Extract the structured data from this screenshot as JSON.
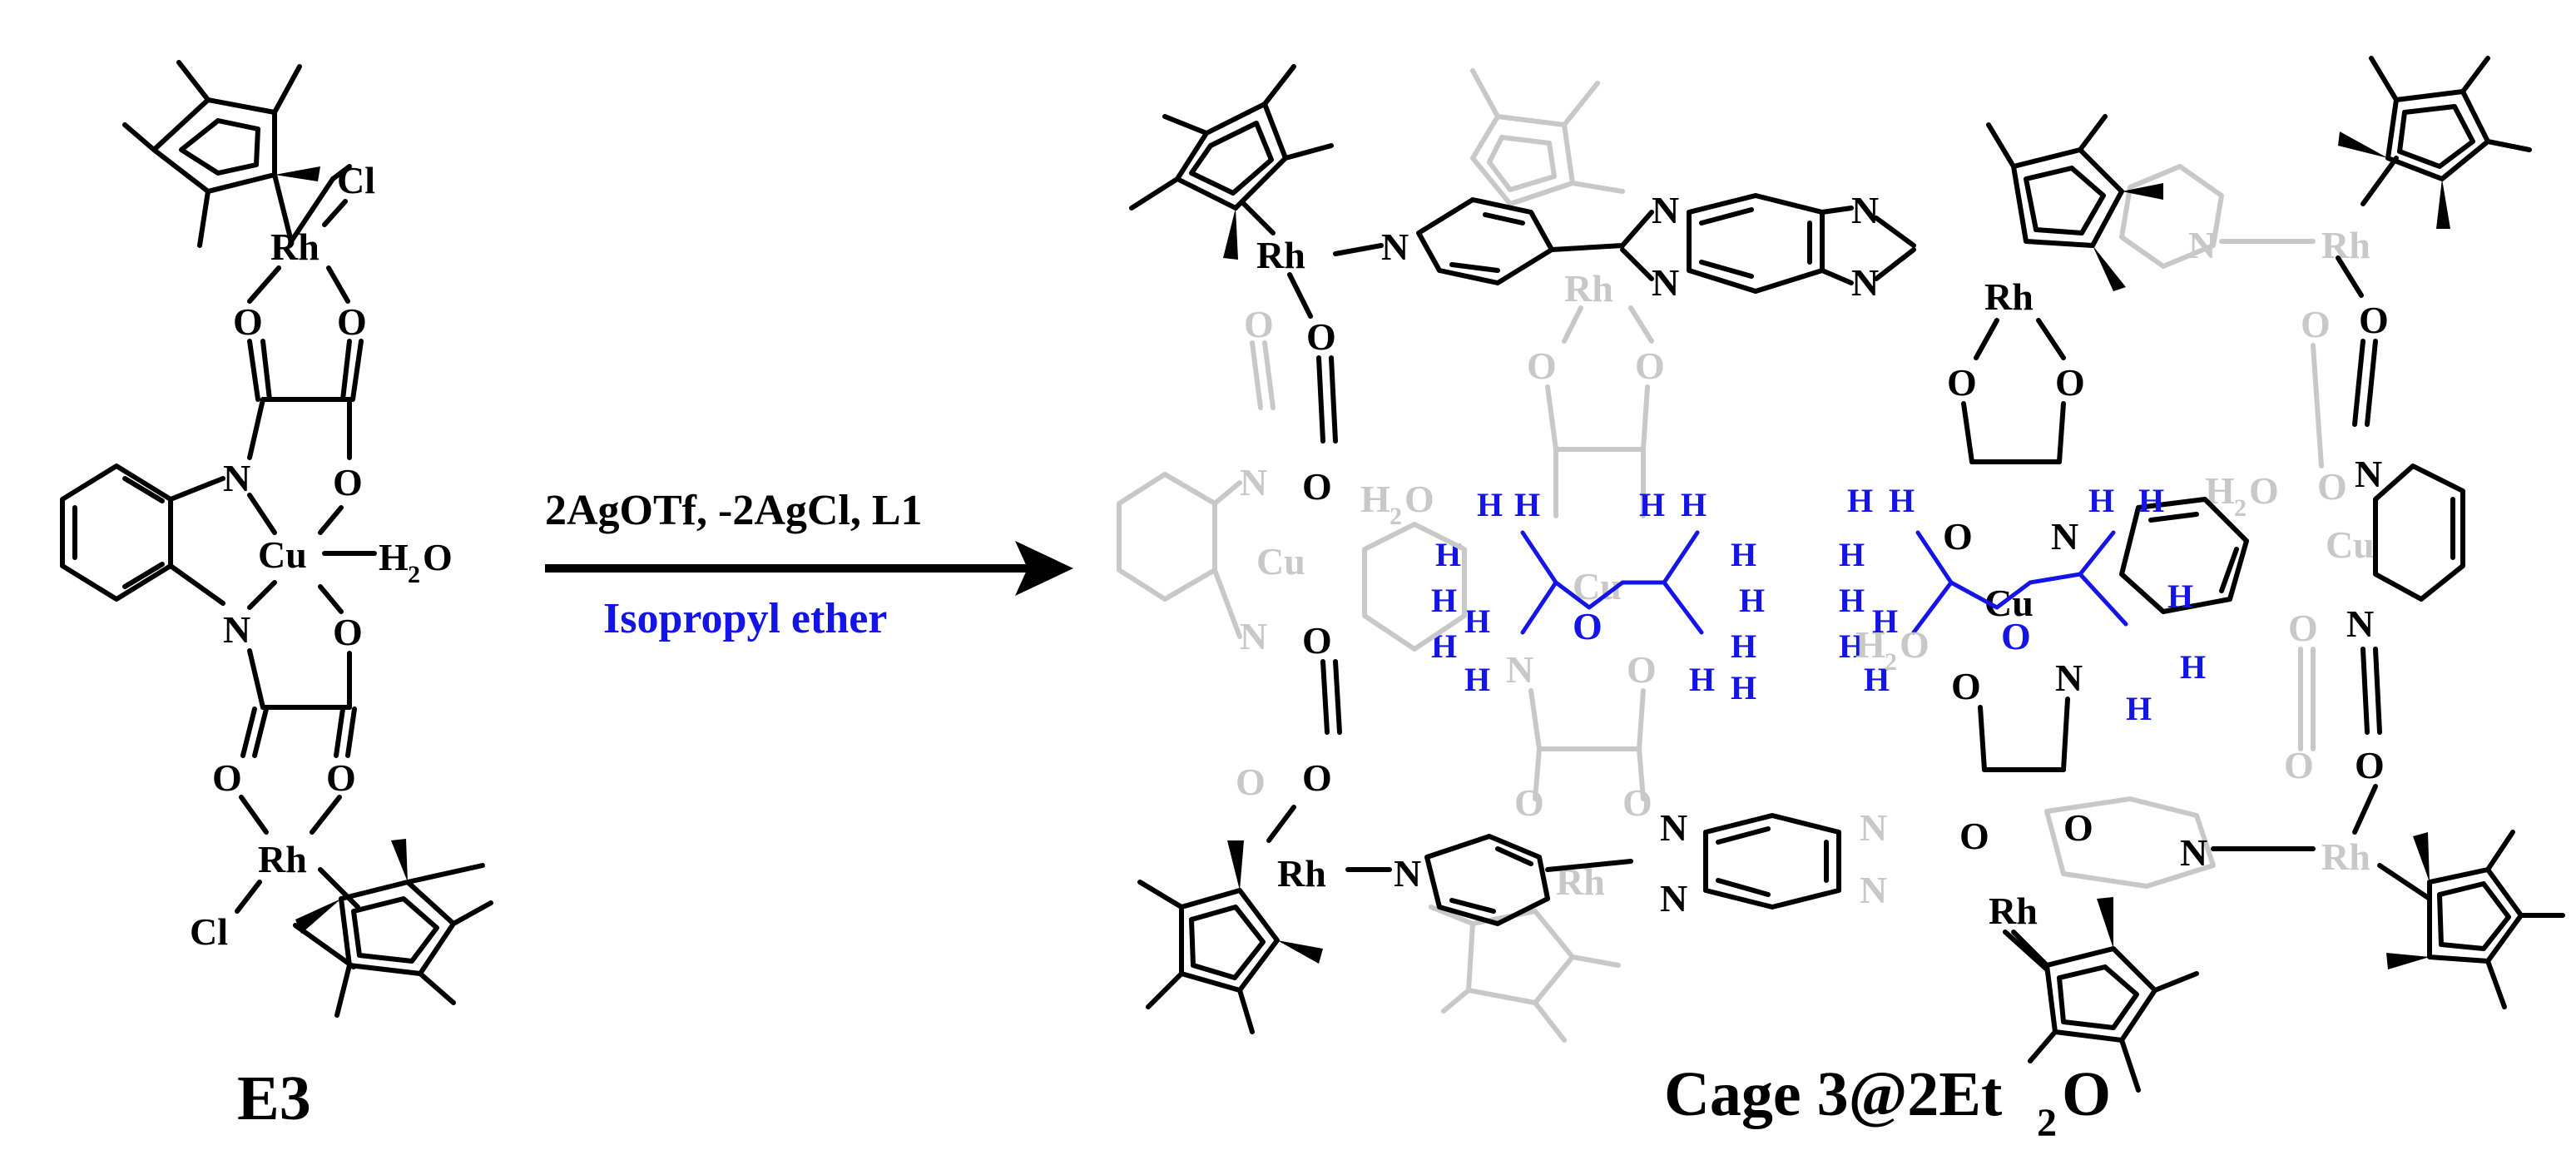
{
  "diagram": {
    "type": "reaction-scheme",
    "reactant": {
      "label": "E3",
      "atoms": {
        "rh": "Rh",
        "cl": "Cl",
        "cu": "Cu",
        "o": "O",
        "n": "N",
        "water_h": "H",
        "water_sub": "2",
        "water_o": "O"
      }
    },
    "arrow": {
      "reagents": "2AgOTf, -2AgCl, L1",
      "solvent": "Isopropyl ether"
    },
    "product": {
      "label_main": "Cage 3@2Et",
      "label_sub": "2",
      "label_end": "O",
      "atoms": {
        "rh": "Rh",
        "cu": "Cu",
        "o": "O",
        "n": "N",
        "h": "H",
        "water_h": "H",
        "water_sub": "2",
        "water_o": "O"
      }
    },
    "colors": {
      "foreground": "#000000",
      "background_layer": "#c8c8c8",
      "guest": "#1414e6"
    }
  }
}
